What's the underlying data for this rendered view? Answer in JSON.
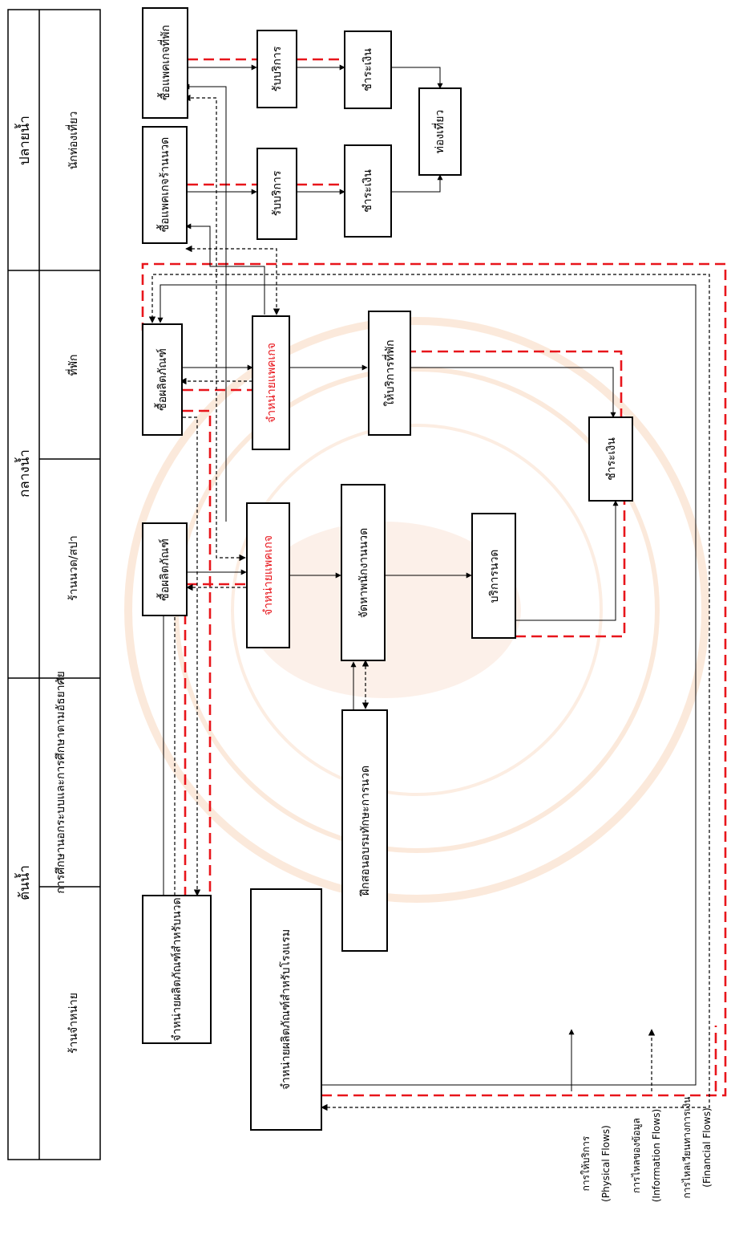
{
  "stages": {
    "upstream": "ต้นน้ำ",
    "midstream": "กลางน้ำ",
    "downstream": "ปลายน้ำ"
  },
  "actors": {
    "retailer": "ร้านจำหน่าย",
    "education": "การศึกษานอกระบบและการศึกษาตามอัธยาศัย",
    "massage_shop": "ร้านนวด/สปา",
    "accommodation": "ที่พัก",
    "tourist": "นักท่องเที่ยว"
  },
  "nodes": {
    "sell_massage_products": "จำหน่ายผลิตภัณฑ์สำหรับนวด",
    "sell_hotel_products": "จำหน่ายผลิตภัณฑ์สำหรับโรงแรม",
    "train_massage": "ฝึกสอนอบรมทักษะการนวด",
    "buy_products_shop": "ซื้อผลิตภัณฑ์",
    "sell_package_shop": "จำหน่ายแพคเกจ",
    "recruit_staff": "จัดหาพนักงานนวด",
    "massage_service": "บริการนวด",
    "buy_products_hotel": "ซื้อผลิตภัณฑ์",
    "sell_package_hotel": "จำหน่ายแพคเกจ",
    "room_service": "ให้บริการที่พัก",
    "payment_hotel": "ชำระเงิน",
    "buy_package_shop": "ซื้อแพคเกจร้านนวด",
    "receive_service_1": "รับบริการ",
    "pay_1": "ชำระเงิน",
    "buy_package_hotel": "ซื้อแพคเกจที่พัก",
    "receive_service_2": "รับบริการ",
    "pay_2": "ชำระเงิน",
    "tour": "ท่องเที่ยว"
  },
  "legend": {
    "physical_th": "การให้บริการ",
    "physical_en": "(Physical Flows)",
    "info_th": "การไหลของข้อมูล",
    "info_en": "(Information Flows)",
    "fin_th": "การไหลเวียนทางการเงิน",
    "fin_en": "(Financial Flows)"
  },
  "colors": {
    "financial": "#e8151b",
    "line": "#000000",
    "watermark": "#f0a060"
  }
}
